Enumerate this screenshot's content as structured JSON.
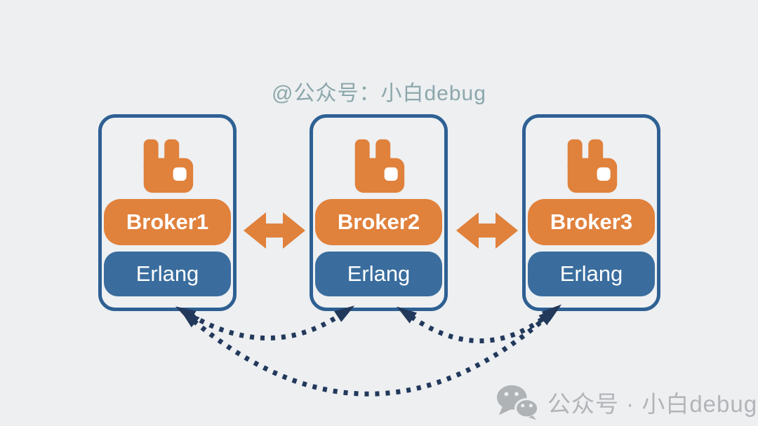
{
  "watermark_top": {
    "text": "@公众号：小白debug"
  },
  "watermark_bottom": {
    "text": "公众号 · 小白debug"
  },
  "brokers": [
    {
      "name": "Broker1",
      "runtime": "Erlang"
    },
    {
      "name": "Broker2",
      "runtime": "Erlang"
    },
    {
      "name": "Broker3",
      "runtime": "Erlang"
    }
  ],
  "icons": {
    "broker_icon": "rabbitmq-logo",
    "sync_arrow": "orange-double-headed-arrow",
    "watermark_icon": "wechat-logo"
  },
  "connections": {
    "solid_arrows": [
      "Broker1<->Broker2",
      "Broker2<->Broker3"
    ],
    "dotted_mesh_arcs": [
      "Broker1<->Broker2",
      "Broker2<->Broker3",
      "Broker1<->Broker3"
    ]
  },
  "colors": {
    "background": "#edeff1",
    "box_border": "#2e6093",
    "orange": "#e0813c",
    "erlang_blue": "#3a6d9e",
    "mesh_navy": "#22395c",
    "title_watermark": "#8ca7ab",
    "bottom_watermark": "#b2b4b8"
  }
}
